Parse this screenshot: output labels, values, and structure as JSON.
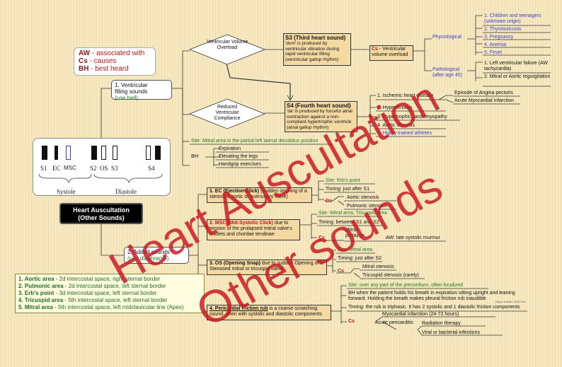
{
  "legend": {
    "items": [
      {
        "abbr": "AW",
        "text": " - associated with"
      },
      {
        "abbr": "Cs",
        "text": " - causes"
      },
      {
        "abbr": "BH",
        "text": " - best heard"
      }
    ]
  },
  "central": {
    "line1": "Heart Auscultation",
    "line2": "(Other Sounds)"
  },
  "filling": {
    "num": "1. Ventricular",
    "line2": "filling sounds",
    "sub": "(use bell)"
  },
  "added": {
    "num": "2. Added sounds",
    "sub": "(use diaphragm)"
  },
  "phono": {
    "labels": [
      "S1",
      "EC",
      "MSC",
      "S2",
      "OS",
      "S3",
      "S4"
    ],
    "systole": "Systole",
    "diastole": "Diastole"
  },
  "vvo": {
    "diamond": "Ventricular Volume Overload"
  },
  "rvc": {
    "diamond": "Reduced Ventricular Compliance"
  },
  "s3": {
    "title": "S3 (Third heart sound)",
    "desc": "'dum' is produced by ventricular vibration during rapid ventricular filling (ventricular gallop rhythm)",
    "cs": "Cs",
    "cs_text": " - Ventricular volume overload",
    "physiological": "Physiological",
    "pathological": "Pathological (after age 40)",
    "phys_items": [
      "1. Children and teenagers (unknown origin)",
      "2. Thyrotoxicosis",
      "3. Pregnancy",
      "4. Anemia",
      "5. Fever"
    ],
    "path_items": [
      "1. Left ventricular failure (AW tachycardia)",
      "2. Mitral or Aortic regurgitation"
    ]
  },
  "s4": {
    "title": "S4 (Fourth heart sound)",
    "desc": "'da' is produced by forceful atrial contraction against a non-compliant hypertrophic ventricle (atrial gallop rhythm)",
    "items": [
      "1. Ischemic heart disease",
      "2. Hypertension",
      "3. Hypertrophic cardiomyopathy",
      "4. Aortic stenosis",
      "5. Highly trained athletes"
    ],
    "ischemic_sub": [
      "Episode of Angina pectoris",
      "Acute Myocardial infarction"
    ]
  },
  "site_mitral_decub": "Site: Mitral area in the partial left lateral decubitus position",
  "bh": {
    "label": "BH:",
    "items": [
      "Expiration",
      "Elevating the legs",
      "Handgrip exercises"
    ]
  },
  "ec": {
    "title": "1. EC (Ejection Click)",
    "desc": "(sudden opening of a stenosed aortic or pulmonary valve)",
    "site": "Site: Erb's point",
    "timing": "Timing: just after S1",
    "cs": "Cs",
    "cs_items": [
      "Aortic stenosis",
      "Pulmonic stenosis"
    ]
  },
  "msc": {
    "title": "2. MSC (Mid-Systolic Click)",
    "desc": "due to tension of the prolapsed mitral valve's leaflets and chordae tendinae",
    "site": "Site: Mitral area, Tricuspid area",
    "timing": "Timing: between S1 and S2",
    "cs": "Cs",
    "cs_item": "Mitral prolapse",
    "aw": "AW: late systolic murmur"
  },
  "os": {
    "title": "3. OS (Opening Snap)",
    "desc": "due to sudden Opening of a Stenosed mitral or tricuspid valve",
    "site": "Site: Mitral area",
    "timing": "Timing: just after S2",
    "cs": "Cs",
    "cs_items": [
      "Mitral stenosis",
      "Tricuspid stenosis (rarely)"
    ]
  },
  "rub": {
    "title": "4. Pericardial friction rub",
    "desc": "is a coarse scratching sound, often with systolic and diastolic components",
    "site": "Site: over any part of the precordium, often localized",
    "bh_text": "BH when the patient holds his breath in expiration sitting upright and leaning forward. Holding the breath makes pleural friction rub inaudible",
    "timing": "Timing: the rub is triphasic. It has 2 systolic and 1 diastolic friction components",
    "cs": "Cs",
    "mi": "Myocardial infarction (24-72 hours)",
    "acute": "Acute pericarditis",
    "acute_items": [
      "Radiation therapy",
      "Viral or bacterial infections"
    ]
  },
  "areas": [
    {
      "name": "1. Aortic area",
      "desc": " - 2d intercostal space, right sternal border"
    },
    {
      "name": "2. Pulmonic area",
      "desc": " - 2d intercostal space, left sternal border"
    },
    {
      "name": "3. Erb's point",
      "desc": " - 3d intercostal space, left sternal border"
    },
    {
      "name": "4. Tricuspid area",
      "desc": " - 5th intercostal space, left sternal border"
    },
    {
      "name": "5. Mitral area",
      "desc": " - 5th intercostal space, left midclavicular line (Apex)"
    }
  ],
  "signature": "Kyryn Zolotko 2019 Dec.",
  "watermark": {
    "line1": "Heart Auscultation",
    "line2": "Other sounds"
  },
  "colors": {
    "accent_red": "#c0161b",
    "green": "#1f7a1f",
    "blue": "#3b3bd0",
    "tan": "#f5d9a3",
    "background": "#f6e9c1"
  }
}
